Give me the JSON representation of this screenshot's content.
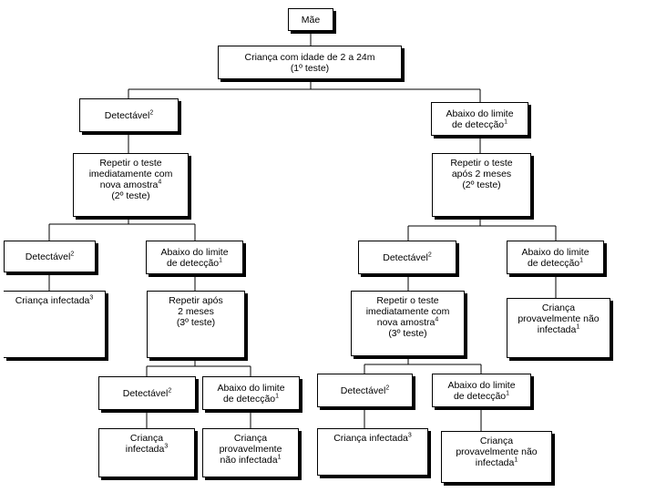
{
  "nodes": {
    "mae": {
      "lines": [
        {
          "text": "Mãe"
        }
      ]
    },
    "crianca_idade": {
      "lines": [
        {
          "text": "Criança com idade de 2 a 24m"
        },
        {
          "text": "(1º teste)"
        }
      ]
    },
    "l_detectavel": {
      "lines": [
        {
          "text": "Detectável",
          "sup": "2"
        }
      ]
    },
    "r_abaixo": {
      "lines": [
        {
          "text": "Abaixo do limite"
        },
        {
          "text": "de detecção",
          "sup": "1"
        }
      ]
    },
    "l_repetir": {
      "lines": [
        {
          "text": "Repetir o teste"
        },
        {
          "text": "imediatamente com"
        },
        {
          "text": "nova amostra",
          "sup": "4"
        },
        {
          "text": "(2º teste)"
        }
      ]
    },
    "r_repetir": {
      "lines": [
        {
          "text": "Repetir o teste"
        },
        {
          "text": "após 2 meses"
        },
        {
          "text": "(2º teste)"
        }
      ]
    },
    "ll_detectavel": {
      "lines": [
        {
          "text": "Detectável",
          "sup": "2"
        }
      ]
    },
    "lr_abaixo": {
      "lines": [
        {
          "text": "Abaixo do limite"
        },
        {
          "text": "de detecção",
          "sup": "1"
        }
      ]
    },
    "rl_detectavel": {
      "lines": [
        {
          "text": "Detectável",
          "sup": "2"
        }
      ]
    },
    "rr_abaixo": {
      "lines": [
        {
          "text": "Abaixo do limite"
        },
        {
          "text": "de detecção",
          "sup": "1"
        }
      ]
    },
    "ll_infectada": {
      "lines": [
        {
          "text": "Criança infectada",
          "sup": "3"
        }
      ]
    },
    "lr_repetir": {
      "lines": [
        {
          "text": "Repetir após"
        },
        {
          "text": "2 meses"
        },
        {
          "text": "(3º teste)"
        }
      ]
    },
    "rl_repetir": {
      "lines": [
        {
          "text": "Repetir o teste"
        },
        {
          "text": "imediatamente com"
        },
        {
          "text": "nova amostra",
          "sup": "4"
        },
        {
          "text": "(3º teste)"
        }
      ]
    },
    "rr_provavel": {
      "lines": [
        {
          "text": "Criança"
        },
        {
          "text": "provavelmente não"
        },
        {
          "text": "infectada",
          "sup": "1"
        }
      ]
    },
    "lrl_detectavel": {
      "lines": [
        {
          "text": "Detectável",
          "sup": "2"
        }
      ]
    },
    "lrr_abaixo": {
      "lines": [
        {
          "text": "Abaixo do limite"
        },
        {
          "text": "de detecção",
          "sup": "1"
        }
      ]
    },
    "rll_detectavel": {
      "lines": [
        {
          "text": "Detectável",
          "sup": "2"
        }
      ]
    },
    "rlr_abaixo": {
      "lines": [
        {
          "text": "Abaixo do limite"
        },
        {
          "text": "de detecção",
          "sup": "1"
        }
      ]
    },
    "lrl_infectada": {
      "lines": [
        {
          "text": "Criança"
        },
        {
          "text": "infectada",
          "sup": "3"
        }
      ]
    },
    "lrr_provavel": {
      "lines": [
        {
          "text": "Criança"
        },
        {
          "text": "provavelmente"
        },
        {
          "text": "não infectada",
          "sup": "1"
        }
      ]
    },
    "rll_infectada": {
      "lines": [
        {
          "text": "Criança infectada",
          "sup": "3"
        }
      ]
    },
    "rlr_provavel": {
      "lines": [
        {
          "text": "Criança"
        },
        {
          "text": "provavelmente não"
        },
        {
          "text": "infectada",
          "sup": "1"
        }
      ]
    }
  }
}
